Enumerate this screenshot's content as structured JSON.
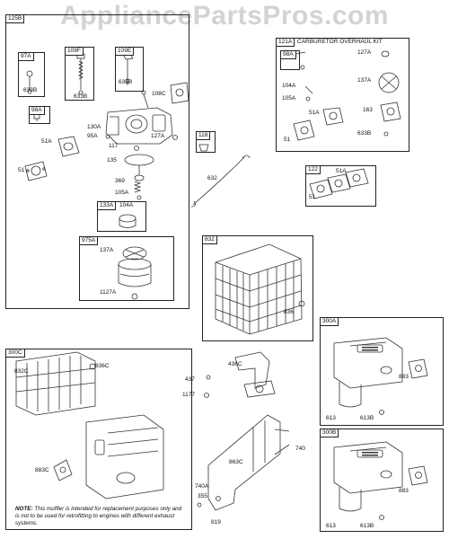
{
  "watermark": "AppliancePartsPros.com",
  "boxes": {
    "b125B": "125B",
    "b97A": "97A",
    "b109F": "109F",
    "b109E": "109E",
    "b98A_left": "98A",
    "b133A": "133A",
    "b104A_in": "104A",
    "b975A": "975A",
    "b118": "118",
    "b121A": "121A",
    "b121A_title": "CARBURETOR OVERHAUL KIT",
    "b98A_kit": "98A",
    "b122": "122",
    "b832": "832",
    "b300A": "300A",
    "b300B": "300B",
    "b300C": "300C"
  },
  "labels": {
    "l633B_a": "633B",
    "l633B_b": "633B",
    "l633B_c": "633B",
    "l108C": "108C",
    "l130A": "130A",
    "l95A": "95A",
    "l127A_a": "127A",
    "l117": "117",
    "l51A_a": "51A",
    "l51_a": "51",
    "l135": "135",
    "l369": "369",
    "l105A_a": "105A",
    "l137A_a": "137A",
    "l1127A": "1127A",
    "l632": "632",
    "l127A_b": "127A",
    "l104A_k": "104A",
    "l105A_k": "105A",
    "l137A_k": "137A",
    "l51A_k": "51A",
    "l163": "163",
    "l51_k": "51",
    "l633B_k": "633B",
    "l51A_c": "51A",
    "l51_c": "51",
    "l836": "836",
    "l832C": "832C",
    "l836C": "836C",
    "l883C": "883C",
    "l436C": "436C",
    "l437": "437",
    "l1177": "1177",
    "l740": "740",
    "l863C": "863C",
    "l740A": "740A",
    "l355": "355",
    "l819": "819",
    "l883_a": "883",
    "l613_a": "613",
    "l613B_a": "613B",
    "l883_b": "883",
    "l613_b": "613",
    "l613B_b": "613B"
  },
  "note": {
    "prefix": "NOTE:",
    "text": "This muffler is intended for replacement purposes only and is not to be used for retrofitting to engines with different exhaust systems."
  }
}
